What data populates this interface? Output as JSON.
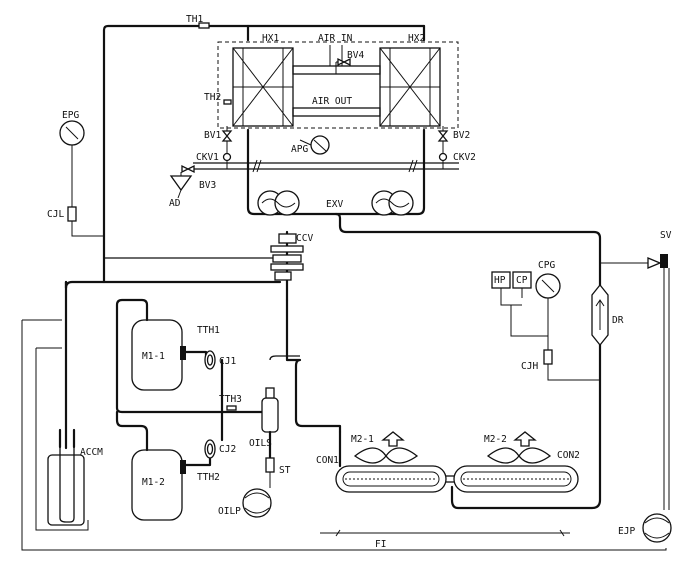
{
  "labels": {
    "th1": "TH1",
    "hx1": "HX1",
    "air_in": "AIR IN",
    "hx2": "HX2",
    "bv4": "BV4",
    "th2": "TH2",
    "air_out": "AIR OUT",
    "epg": "EPG",
    "bv1": "BV1",
    "bv2": "BV2",
    "apg": "APG",
    "ckv1": "CKV1",
    "ckv2": "CKV2",
    "bv3": "BV3",
    "ad": "AD",
    "cjl": "CJL",
    "exv": "EXV",
    "ccv": "CCV",
    "sv": "SV",
    "hp": "HP",
    "cp": "CP",
    "cpg": "CPG",
    "tth1": "TTH1",
    "m1_1": "M1-1",
    "cj1": "CJ1",
    "dr": "DR",
    "cjh": "CJH",
    "tth3": "TTH3",
    "accm": "ACCM",
    "m2_1": "M2-1",
    "m2_2": "M2-2",
    "cj2": "CJ2",
    "oils": "OILS",
    "con1": "CON1",
    "con2": "CON2",
    "m1_2": "M1-2",
    "tth2": "TTH2",
    "st": "ST",
    "oilp": "OILP",
    "fi": "FI",
    "ejp": "EJP"
  }
}
